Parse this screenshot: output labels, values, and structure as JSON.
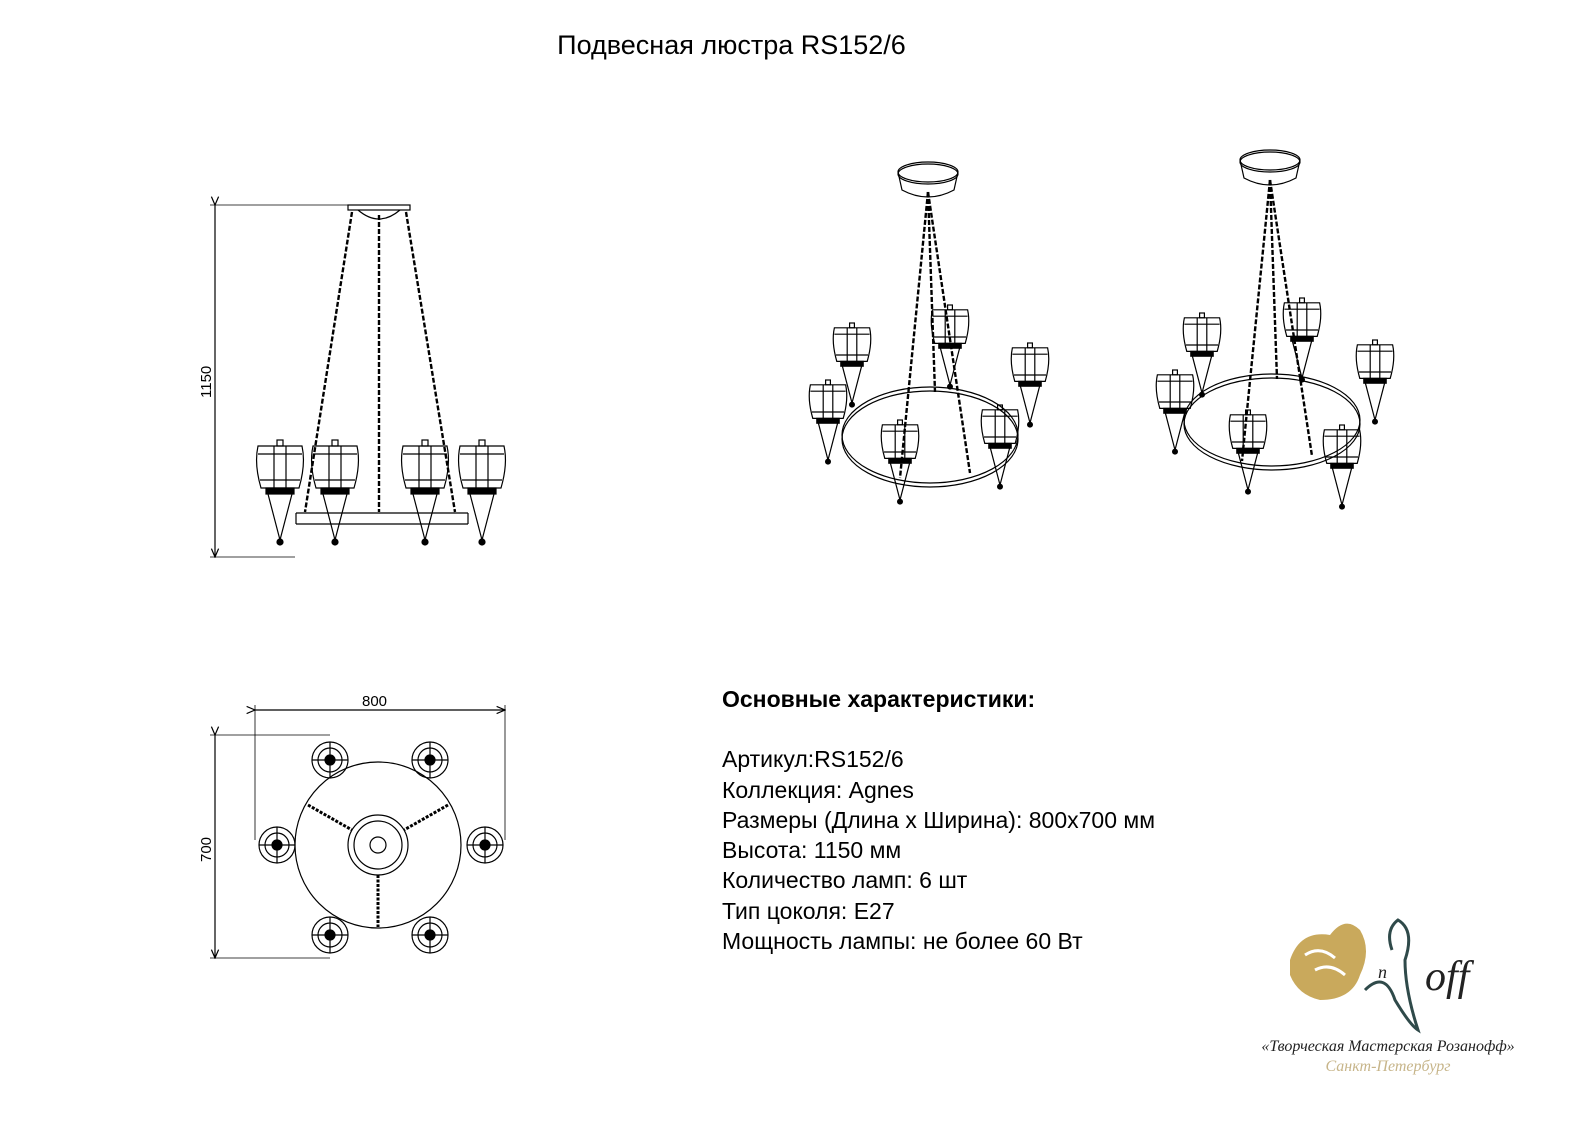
{
  "title": "Подвесная люстра RS152/6",
  "dimensions": {
    "height": "1150",
    "length": "800",
    "width": "700"
  },
  "specs": {
    "heading": "Основные характеристики:",
    "lines": [
      "Артикул:RS152/6",
      "Коллекция: Agnes",
      "Размеры (Длина х Ширина): 800х700 мм",
      "Высота: 1150 мм",
      "Количество ламп: 6 шт",
      "Тип цоколя: E27",
      "Мощность лампы: не более 60 Вт"
    ]
  },
  "logo": {
    "wordmark": "off",
    "company": "«Творческая Мастерская Розанофф»",
    "city": "Санкт-Петербург",
    "colors": {
      "rose": "#c9a95c",
      "stroke": "#2f4a4a",
      "city": "#c7b58a"
    }
  }
}
